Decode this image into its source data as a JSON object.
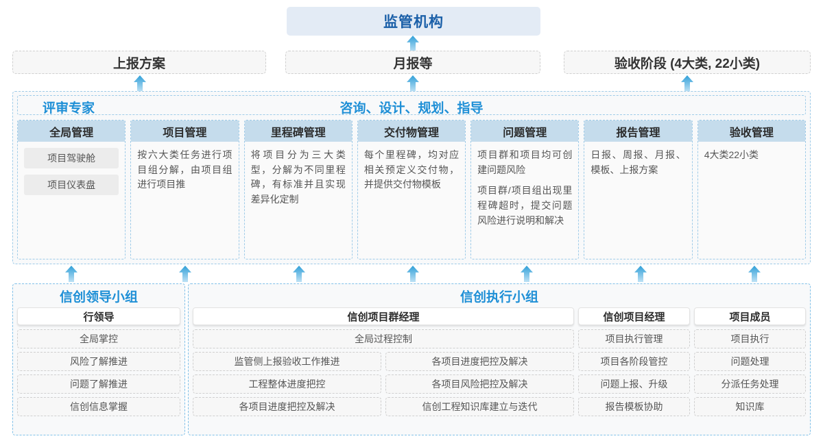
{
  "top": {
    "regulator": "监管机构",
    "reports": [
      "上报方案",
      "月报等",
      "验收阶段 (4大类, 22小类)"
    ]
  },
  "middle": {
    "title_left": "评审专家",
    "title_right": "咨询、设计、规划、指导",
    "columns": [
      {
        "head": "全局管理",
        "pills": [
          "项目驾驶舱",
          "项目仪表盘"
        ],
        "paragraphs": []
      },
      {
        "head": "项目管理",
        "pills": [],
        "paragraphs": [
          "按六大类任务进行项目组分解，由项目组进行项目推"
        ]
      },
      {
        "head": "里程碑管理",
        "pills": [],
        "paragraphs": [
          "将项目分为三大类型，分解为不同里程碑，有标准并且实现差异化定制"
        ]
      },
      {
        "head": "交付物管理",
        "pills": [],
        "paragraphs": [
          "每个里程碑，均对应相关预定义交付物，并提供交付物模板"
        ]
      },
      {
        "head": "问题管理",
        "pills": [],
        "paragraphs": [
          "项目群和项目均可创建问题风险",
          "项目群/项目组出现里程碑超时，提交问题风险进行说明和解决"
        ]
      },
      {
        "head": "报告管理",
        "pills": [],
        "paragraphs": [
          "日报、周报、月报、模板、上报方案"
        ]
      },
      {
        "head": "验收管理",
        "pills": [],
        "paragraphs": [
          "4大类22小类"
        ]
      }
    ]
  },
  "bottom": {
    "leader_group": {
      "title": "信创领导小组",
      "role": "行领导",
      "tasks": [
        "全局掌控",
        "风险了解推进",
        "问题了解推进",
        "信创信息掌握"
      ]
    },
    "exec_group": {
      "title": "信创执行小组",
      "program_manager": {
        "role": "信创项目群经理",
        "full_width_task": "全局过程控制",
        "left_tasks": [
          "监管侧上报验收工作推进",
          "工程整体进度把控",
          "各项目进度把控及解决"
        ],
        "right_tasks": [
          "各项目进度把控及解决",
          "各项目风险把控及解决",
          "信创工程知识库建立与迭代"
        ]
      },
      "project_manager": {
        "role": "信创项目经理",
        "tasks": [
          "项目执行管理",
          "项目各阶段管控",
          "问题上报、升级",
          "报告模板协助"
        ]
      },
      "member": {
        "role": "项目成员",
        "tasks": [
          "项目执行",
          "问题处理",
          "分派任务处理",
          "知识库"
        ]
      }
    }
  },
  "icons": {
    "arrow_up": "arrow-up-icon"
  },
  "colors": {
    "brand_blue": "#1e8fd6",
    "regulator_title": "#1a5fa8",
    "regulator_bg": "#e3ebf5",
    "column_head_bg": "#c5dcec",
    "arrow_fill": "#3aa5dd",
    "dashed_gray": "#cfcfcf",
    "dashed_blue": "#9ecbe8"
  }
}
